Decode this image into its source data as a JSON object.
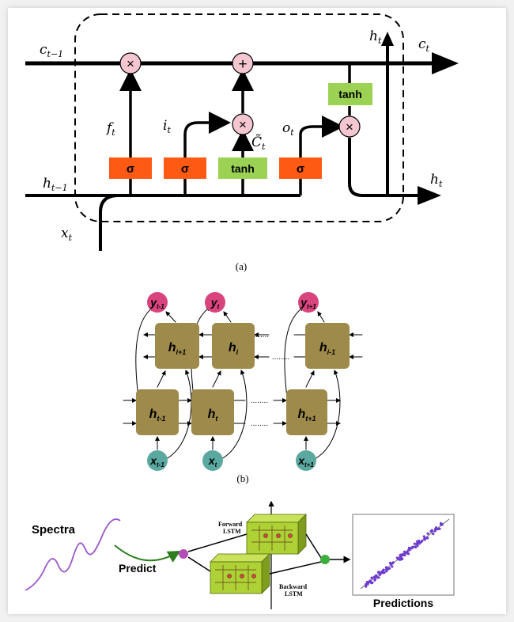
{
  "panel_a": {
    "caption": "(a)",
    "labels": {
      "c_prev": "c",
      "c_prev_sub": "t−1",
      "c_next": "c",
      "c_next_sub": "t",
      "h_prev": "h",
      "h_prev_sub": "t−1",
      "h_out_top": "h",
      "h_out_top_sub": "t",
      "h_out_right": "h",
      "h_out_right_sub": "t",
      "x_in": "x",
      "x_in_sub": "t",
      "f_gate": "f",
      "f_gate_sub": "t",
      "i_gate": "i",
      "i_gate_sub": "t",
      "c_tilde": "C̃",
      "c_tilde_sub": "t",
      "o_gate": "o",
      "o_gate_sub": "t"
    },
    "gates": {
      "sigma": "σ",
      "tanh": "tanh"
    },
    "ops": {
      "times": "×",
      "plus": "+"
    },
    "colors": {
      "sigma": "#ff5a14",
      "tanh": "#9bd254",
      "op": "#f4c6cf",
      "line": "#000000"
    }
  },
  "panel_b": {
    "caption": "(b)",
    "outputs": [
      {
        "base": "y",
        "sub": "t-1"
      },
      {
        "base": "y",
        "sub": "t"
      },
      {
        "base": "y",
        "sub": "t+1"
      }
    ],
    "backward": [
      {
        "base": "h",
        "sub": "i+1"
      },
      {
        "base": "h",
        "sub": "i"
      },
      {
        "base": "h",
        "sub": "i-1"
      }
    ],
    "forward": [
      {
        "base": "h",
        "sub": "t-1"
      },
      {
        "base": "h",
        "sub": "t"
      },
      {
        "base": "h",
        "sub": "t+1"
      }
    ],
    "inputs": [
      {
        "base": "x",
        "sub": "t-1"
      },
      {
        "base": "x",
        "sub": "t"
      },
      {
        "base": "x",
        "sub": "t+1"
      }
    ],
    "ellipsis": "........",
    "colors": {
      "cell": "#9e8a4a",
      "output": "#d7447e",
      "input": "#5aa8a0"
    }
  },
  "panel_c": {
    "spectra_label": "Spectra",
    "predict_label": "Predict",
    "forward_label": [
      "Forward",
      "LSTM"
    ],
    "backward_label": [
      "Backward",
      "LSTM"
    ],
    "predictions_label": "Predictions",
    "colors": {
      "spectra_curve": "#9a55c8",
      "arrow": "#2e7d1e",
      "box_face": "#aed136",
      "box_side": "#7f9d1d",
      "input_node": "#b54db7",
      "output_node": "#3dae3d",
      "points": "#6d3bd0"
    }
  }
}
